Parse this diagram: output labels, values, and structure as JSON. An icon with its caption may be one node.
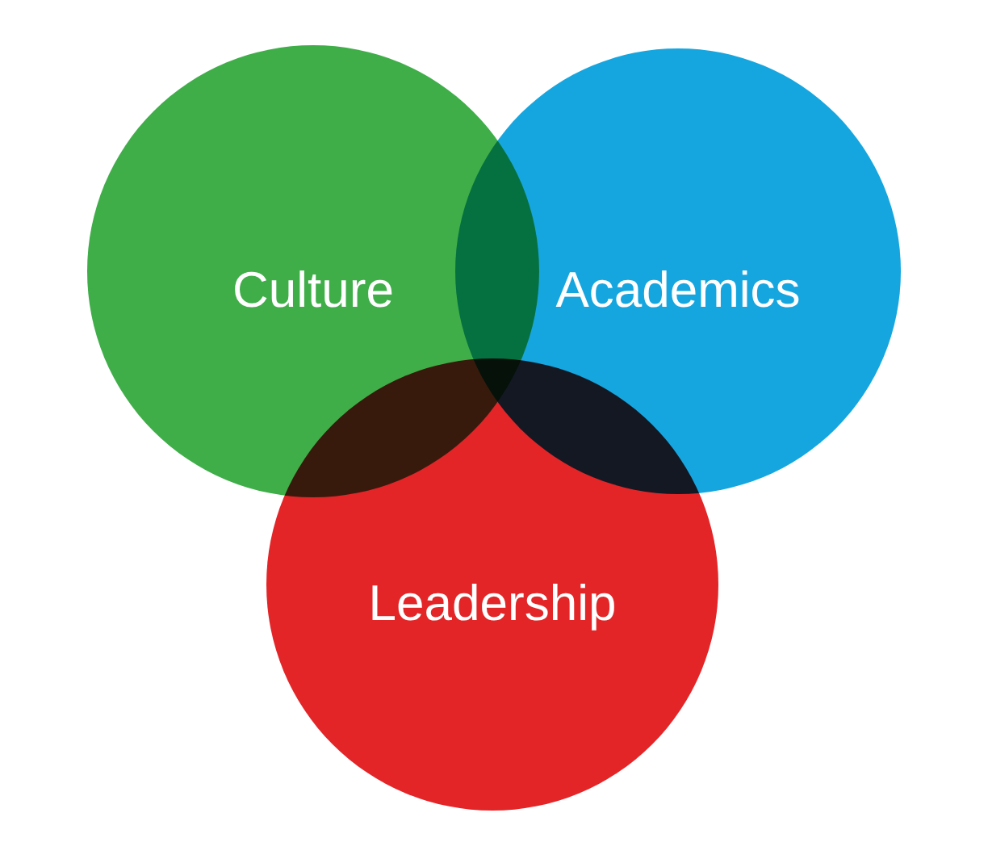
{
  "diagram": {
    "nodes": [
      {
        "text": [
          "Culture"
        ]
      },
      {
        "text": [
          "Academics"
        ]
      },
      {
        "text": [
          "Leadership"
        ]
      }
    ]
  }
}
